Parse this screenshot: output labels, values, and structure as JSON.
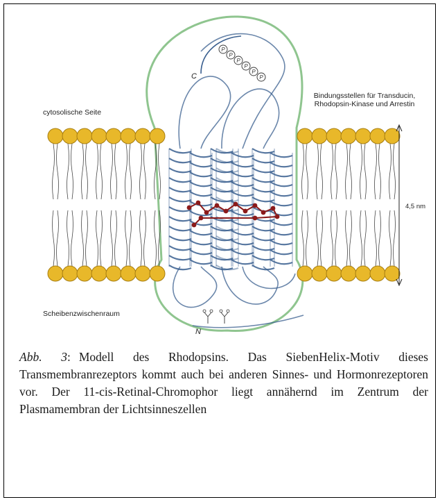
{
  "figure": {
    "labels": {
      "cytosolic_side": "cytosolische Seite",
      "binding_sites": "Bindungsstellen für Transducin, Rhodopsin-Kinase und Arrestin",
      "intradisc_space": "Scheibenzwischenraum",
      "membrane_thickness": "4,5 nm",
      "c_terminus": "C",
      "n_terminus": "N",
      "phosphate_symbol": "P"
    },
    "colors": {
      "lipid_head": "#e8b82a",
      "lipid_head_outline": "#a77d10",
      "protein_outline": "#8fc58f",
      "helix_ribbon": "#3a5f8f",
      "retinal": "#8b1a1a"
    },
    "helix_count": 7,
    "phosphate_count": 6
  },
  "caption": {
    "prefix": "Abb. 3",
    "suffix": ":",
    "text": "Modell des Rhodopsins. Das SiebenHelix-Motiv dieses Transmembranrezeptors kommt auch bei anderen Sinnes- und Hormonrezeptoren vor. Der 11-cis-Retinal-Chromophor liegt annähernd im Zentrum der Plasmamembran der Lichtsinneszellen"
  }
}
